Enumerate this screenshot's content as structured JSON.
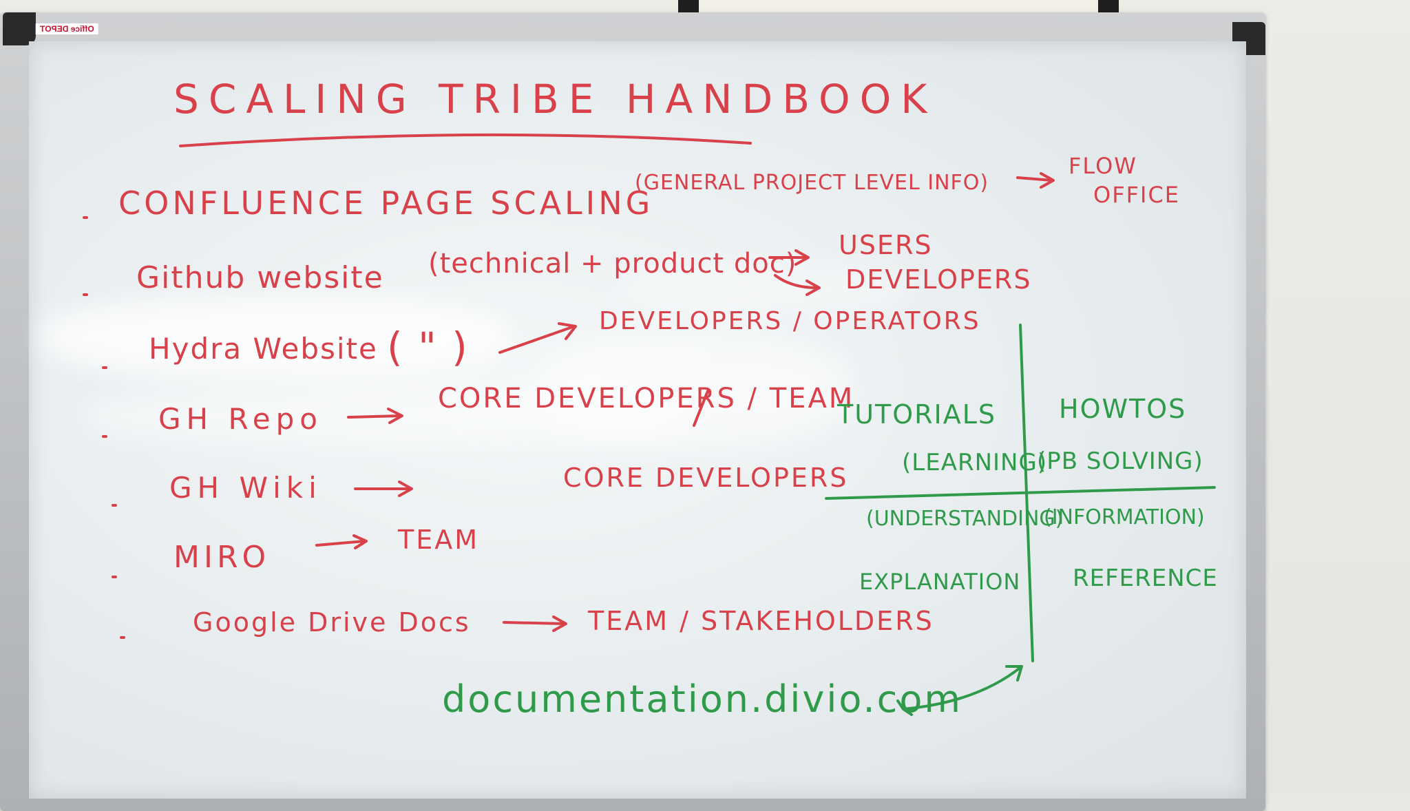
{
  "brand_sticker": "Office DEPOT",
  "title": "SCALING TRIBE HANDBOOK",
  "items": [
    {
      "text": "CONFLUENCE PAGE SCALING",
      "note": "(GENERAL PROJECT LEVEL INFO)",
      "target": "FLOW",
      "target2": "OFFICE"
    },
    {
      "text": "Github website",
      "note": "(technical + product doc)",
      "target": "USERS",
      "target2": "DEVELOPERS"
    },
    {
      "text": "Hydra Website",
      "note": "( \" )",
      "target": "DEVELOPERS / OPERATORS"
    },
    {
      "text": "GH Repo",
      "target": "CORE DEVELOPERS / TEAM"
    },
    {
      "text": "GH Wiki",
      "target": "CORE DEVELOPERS"
    },
    {
      "text": "MIRO",
      "target": "TEAM"
    },
    {
      "text": "Google Drive Docs",
      "target": "TEAM / STAKEHOLDERS"
    }
  ],
  "quadrants": {
    "top_left": "TUTORIALS",
    "top_left_sub": "(LEARNING)",
    "top_right": "HOWTOS",
    "top_right_sub": "(PB SOLVING)",
    "bottom_left_sub": "(UNDERSTANDING)",
    "bottom_left": "EXPLANATION",
    "bottom_right_sub": "(INFORMATION)",
    "bottom_right": "REFERENCE"
  },
  "footer_link": "documentation.divio.com"
}
